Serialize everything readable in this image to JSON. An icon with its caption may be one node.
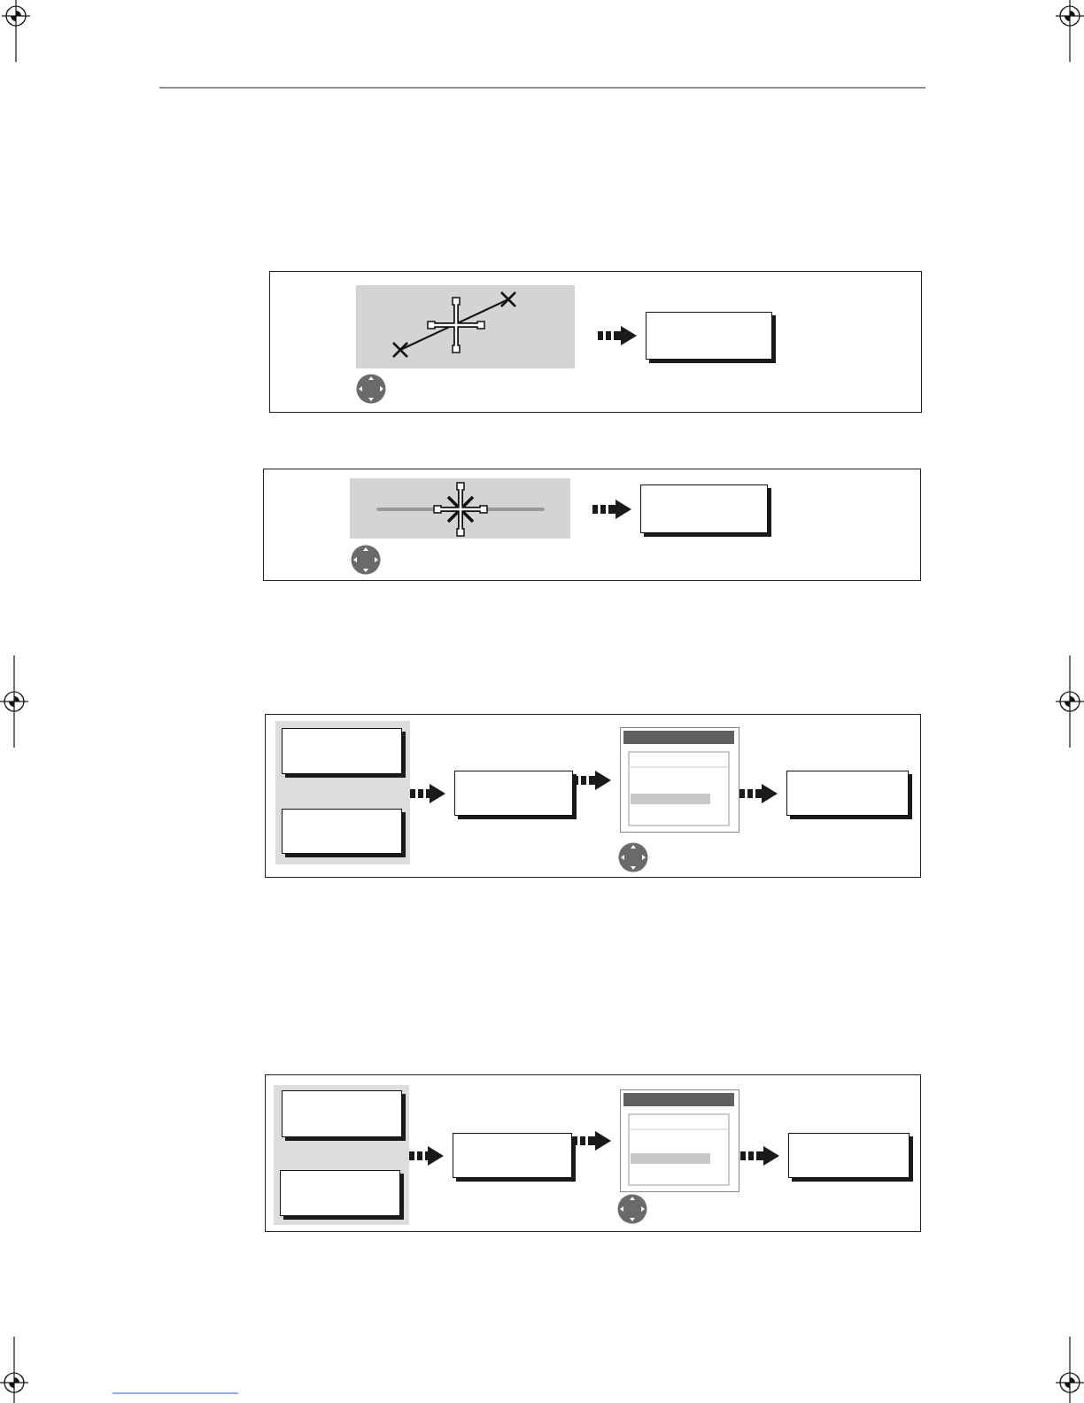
{
  "diagram": {
    "nodes": [
      {
        "text": [],
        "shape": "box"
      },
      {
        "text": [],
        "shape": "picture",
        "in": 0
      },
      {
        "text": [],
        "shape": "box",
        "in": 0
      },
      {
        "text": [],
        "shape": "box"
      },
      {
        "text": [],
        "shape": "picture",
        "in": 3
      },
      {
        "text": [],
        "shape": "box",
        "in": 3
      },
      {
        "text": [],
        "shape": "box"
      },
      {
        "text": [],
        "shape": "box",
        "in": 6
      },
      {
        "text": [],
        "shape": "box",
        "in": 7
      },
      {
        "text": [],
        "shape": "box",
        "in": 7
      },
      {
        "text": [],
        "shape": "box",
        "in": 6
      },
      {
        "text": [],
        "shape": "picture",
        "in": 6
      },
      {
        "text": [],
        "shape": "box",
        "in": 6
      },
      {
        "text": [],
        "shape": "box"
      },
      {
        "text": [],
        "shape": "box",
        "in": 13
      },
      {
        "text": [],
        "shape": "box",
        "in": 14
      },
      {
        "text": [],
        "shape": "box",
        "in": 14
      },
      {
        "text": [],
        "shape": "box",
        "in": 13
      },
      {
        "text": [],
        "shape": "picture",
        "in": 13
      },
      {
        "text": [],
        "shape": "box",
        "in": 13
      }
    ],
    "edges": [
      {
        "from": 1,
        "to": 2,
        "arrow": "to"
      },
      {
        "from": 4,
        "to": 5,
        "arrow": "to"
      },
      {
        "from": 7,
        "to": 10,
        "arrow": "to"
      },
      {
        "from": 10,
        "to": 11,
        "arrow": "to"
      },
      {
        "from": 11,
        "to": 12,
        "arrow": "to"
      },
      {
        "from": 14,
        "to": 17,
        "arrow": "to"
      },
      {
        "from": 17,
        "to": 18,
        "arrow": "to"
      },
      {
        "from": 18,
        "to": 19,
        "arrow": "to"
      }
    ]
  }
}
